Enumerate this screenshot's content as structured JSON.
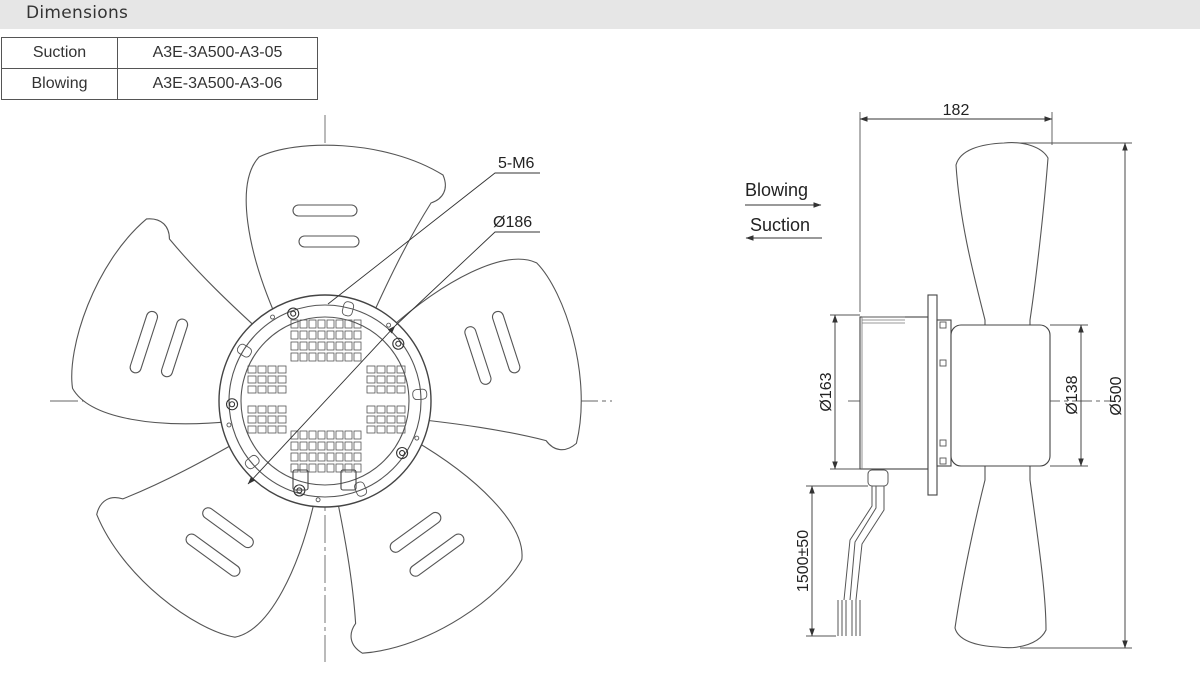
{
  "section_title": "Dimensions",
  "models": [
    {
      "direction": "Suction",
      "part_number": "A3E-3A500-A3-05"
    },
    {
      "direction": "Blowing",
      "part_number": "A3E-3A500-A3-06"
    }
  ],
  "front_view": {
    "mounting_label": "5-M6",
    "bolt_circle_label": "Ø186"
  },
  "side_view": {
    "overall_depth_label": "182",
    "flow_blowing_label": "Blowing",
    "flow_suction_label": "Suction",
    "motor_dia_left_label": "Ø163",
    "motor_dia_right_label": "Ø138",
    "impeller_dia_label": "Ø500",
    "cable_length_label": "1500±50"
  }
}
